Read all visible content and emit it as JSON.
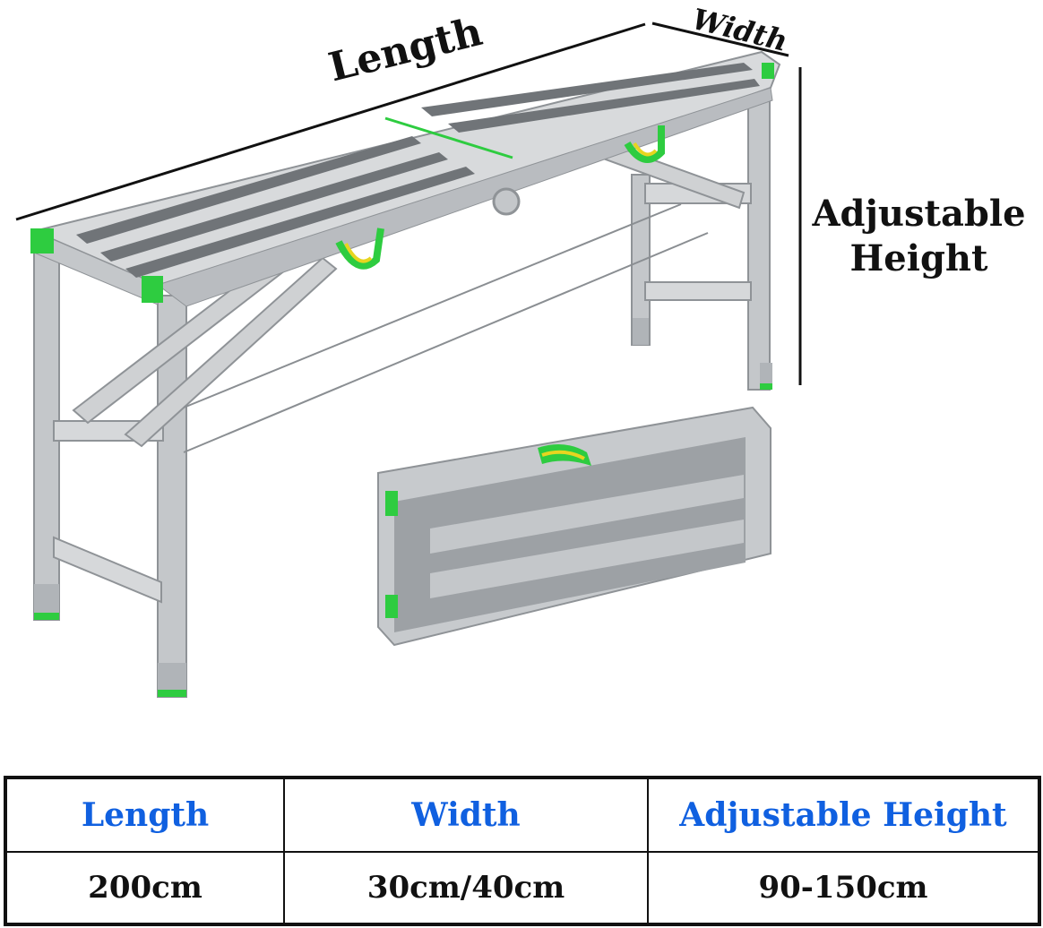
{
  "diagram": {
    "labels": {
      "length": "Length",
      "width": "Width",
      "height": "Adjustable Height"
    }
  },
  "spec_table": {
    "header_color": "#1060e0",
    "headers": [
      "Length",
      "Width",
      "Adjustable Height"
    ],
    "values": [
      "200cm",
      "30cm/40cm",
      "90-150cm"
    ]
  },
  "colors": {
    "frame": "#c4c7ca",
    "frame_dark": "#8f9397",
    "accent": "#2ecc40",
    "strap_yellow": "#e7d51f"
  }
}
